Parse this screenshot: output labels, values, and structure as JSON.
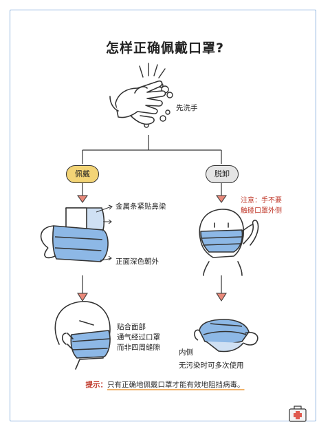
{
  "title": "怎样正确佩戴口罩?",
  "step_wash": "先洗手",
  "wear": {
    "label": "佩戴",
    "callout_metal": "金属条紧贴鼻梁",
    "callout_front": "正面深色朝外",
    "fit_lines": [
      "贴合面部",
      "通气经过口罩",
      "而非四周缝隙"
    ]
  },
  "remove": {
    "label": "脱卸",
    "note_lines": [
      "注意：手不要",
      "触碰口罩外侧"
    ],
    "inner_label": "内侧",
    "reuse_label": "无污染时可多次使用"
  },
  "tip": {
    "prefix": "提示：",
    "text": "只有正确地佩戴口罩才能有效地阻挡病毒。"
  },
  "colors": {
    "mask_blue": "#8db8e6",
    "pill_yellow": "#f3d476",
    "pill_grey": "#e5e5e5",
    "arrow_red": "#e9897a",
    "note_red": "#c0392b"
  },
  "icons": [
    "hands-washing-icon",
    "water-drops-icon",
    "mask-icon",
    "head-icon",
    "first-aid-kit-icon"
  ]
}
